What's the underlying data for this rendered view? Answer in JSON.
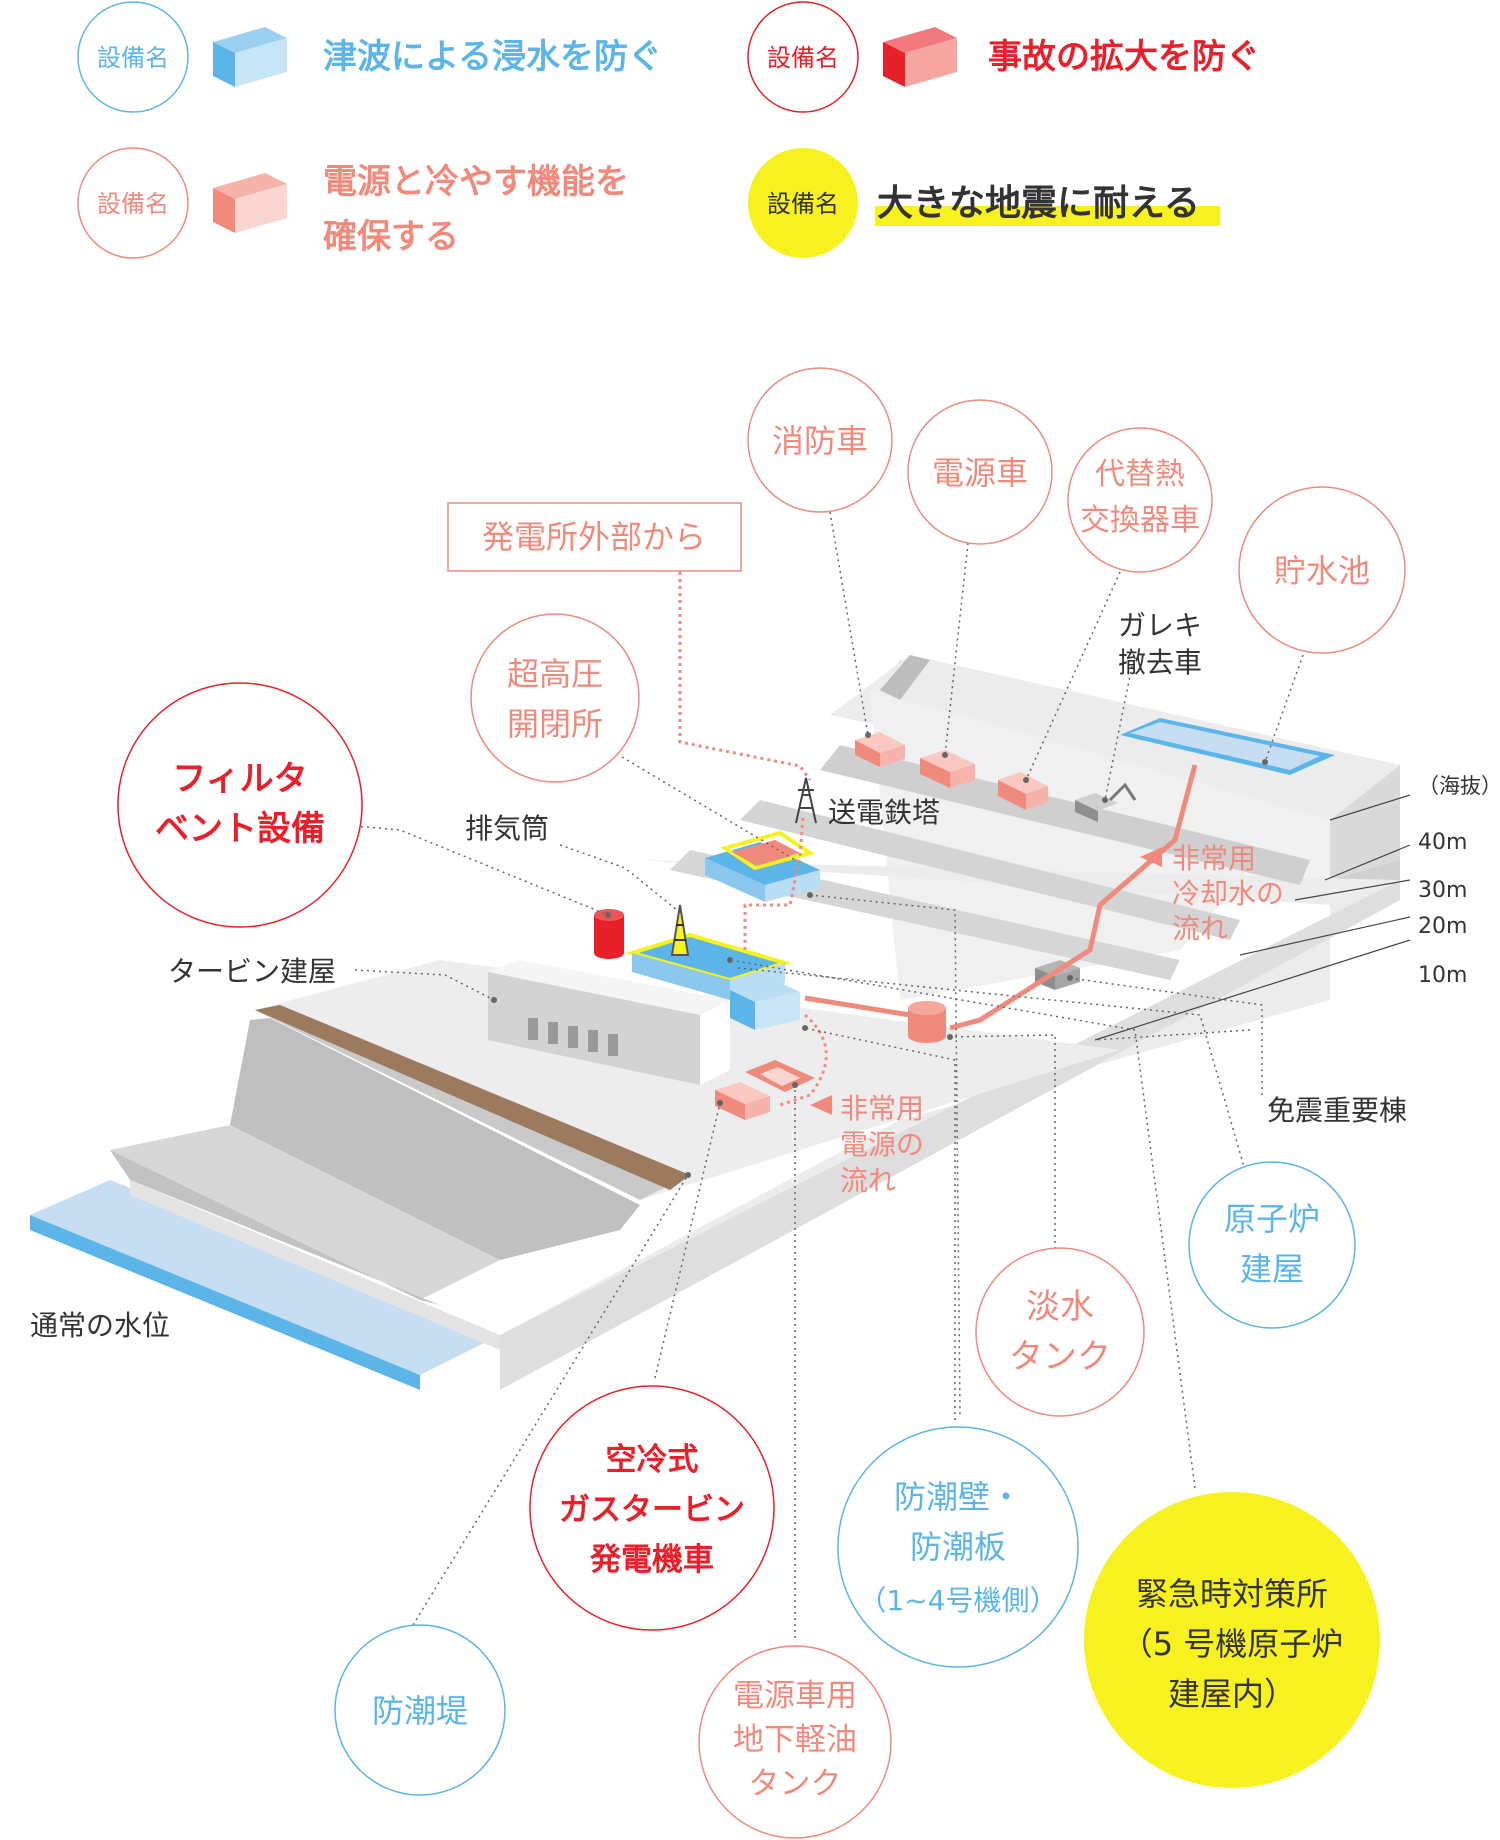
{
  "legend": {
    "badge_text": "設備名",
    "tsunami": "津波による浸水を防ぐ",
    "accident": "事故の拡大を防ぐ",
    "power_cooling_line1": "電源と冷やす機能を",
    "power_cooling_line2": "確保する",
    "earthquake": "大きな地震に耐える"
  },
  "colors": {
    "blue": "#5cb5e8",
    "blue_light": "#b9ddf3",
    "red": "#e8202a",
    "salmon": "#f08a7c",
    "salmon_light": "#f9c8c0",
    "yellow": "#f7f21f",
    "gray_dark": "#333333"
  },
  "labels": {
    "fire_truck": "消防車",
    "power_truck": "電源車",
    "alt_heat_line1": "代替熱",
    "alt_heat_line2": "交換器車",
    "reservoir": "貯水池",
    "external_power": "発電所外部から",
    "ultra_high_line1": "超高圧",
    "ultra_high_line2": "開閉所",
    "debris_line1": "ガレキ",
    "debris_line2": "撤去車",
    "filter_vent_line1": "フィルタ",
    "filter_vent_line2": "ベント設備",
    "exhaust_stack": "排気筒",
    "transmission_tower": "送電鉄塔",
    "turbine_building": "タービン建屋",
    "elev_header": "（海抜）",
    "elev_40": "40m",
    "elev_30": "30m",
    "elev_20": "20m",
    "elev_10": "10m",
    "cooling_flow_line1": "非常用",
    "cooling_flow_line2": "冷却水の",
    "cooling_flow_line3": "流れ",
    "power_flow_line1": "非常用",
    "power_flow_line2": "電源の",
    "power_flow_line3": "流れ",
    "seismic_building": "免震重要棟",
    "reactor_bldg_line1": "原子炉",
    "reactor_bldg_line2": "建屋",
    "normal_water": "通常の水位",
    "fresh_tank_line1": "淡水",
    "fresh_tank_line2": "タンク",
    "gas_turbine_line1": "空冷式",
    "gas_turbine_line2": "ガスタービン",
    "gas_turbine_line3": "発電機車",
    "seawall_line1": "防潮壁・",
    "seawall_line2": "防潮板",
    "seawall_line3": "（1~4号機側）",
    "emergency_line1": "緊急時対策所",
    "emergency_line2": "（5 号機原子炉",
    "emergency_line3": "建屋内）",
    "tide_bank": "防潮堤",
    "fuel_tank_line1": "電源車用",
    "fuel_tank_line2": "地下軽油",
    "fuel_tank_line3": "タンク"
  }
}
